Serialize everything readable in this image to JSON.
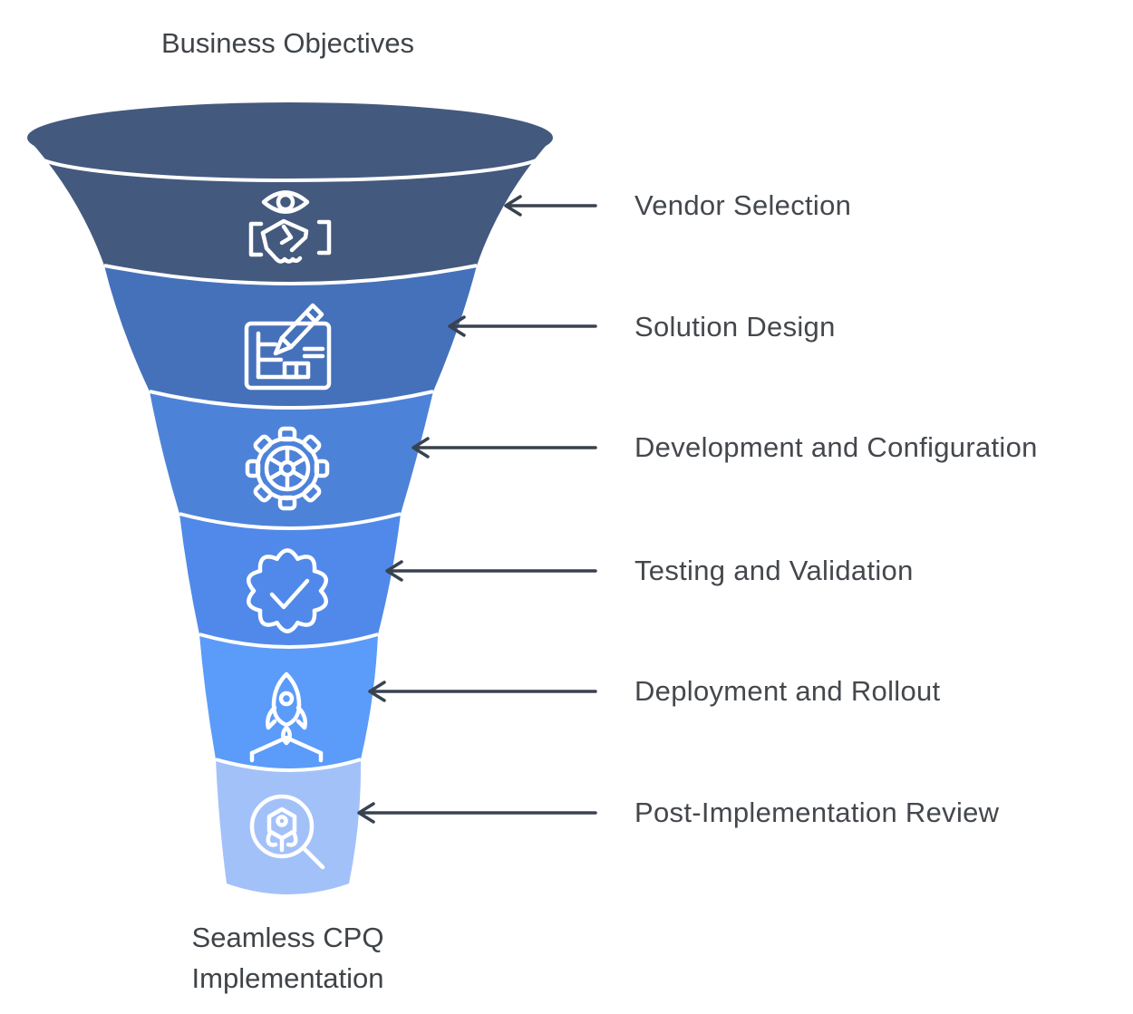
{
  "diagram": {
    "title": "Business Objectives",
    "footer_line1": "Seamless CPQ",
    "footer_line2": "Implementation",
    "background": "#ffffff",
    "icon_color": "#ffffff",
    "separator_color": "#ffffff",
    "arrow_color": "#39424f",
    "title_color": "#3f4449",
    "label_color": "#44484d",
    "stages": [
      {
        "label": "Vendor Selection",
        "icon": "eye-handshake-icon",
        "color": "#44597e"
      },
      {
        "label": "Solution Design",
        "icon": "blueprint-pencil-icon",
        "color": "#4571bb"
      },
      {
        "label": "Development and Configuration",
        "icon": "gear-icon",
        "color": "#4d82d9"
      },
      {
        "label": "Testing and Validation",
        "icon": "badge-check-icon",
        "color": "#5089e9"
      },
      {
        "label": "Deployment and Rollout",
        "icon": "rocket-launch-icon",
        "color": "#5b9bfa"
      },
      {
        "label": "Post-Implementation Review",
        "icon": "magnifier-robot-icon",
        "color": "#a3c1f9"
      }
    ]
  }
}
